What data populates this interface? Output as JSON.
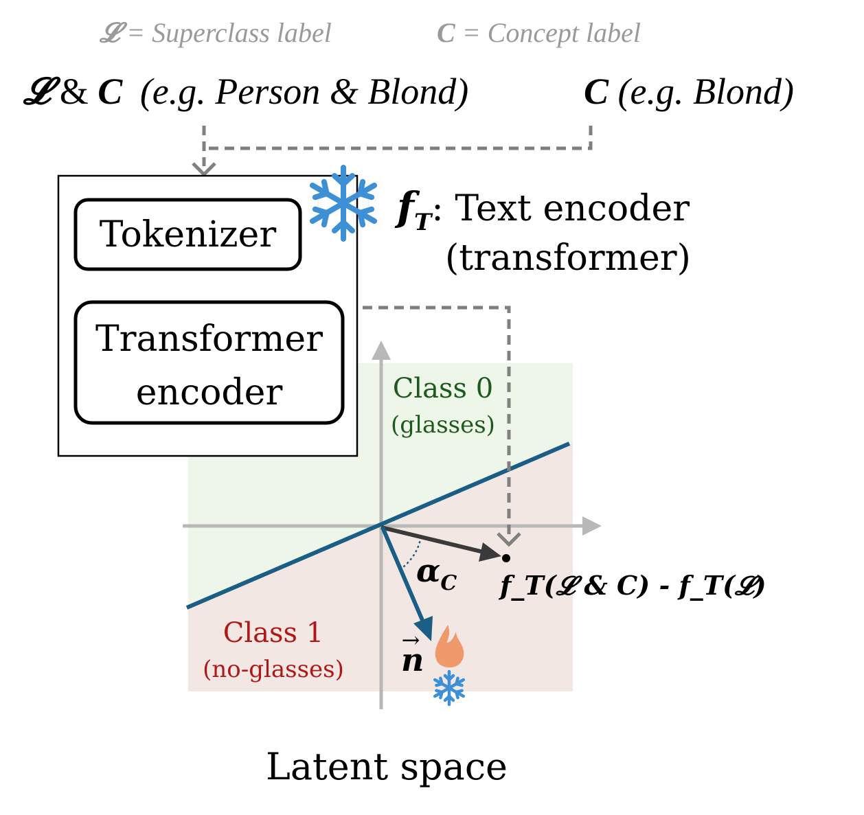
{
  "legend": {
    "L_symbol": "𝓛",
    "L_eq": "= Superclass label",
    "C_symbol": "C",
    "C_eq": "= Concept label"
  },
  "inputs": {
    "left_L": "𝓛",
    "left_amp": "&",
    "left_C": "C",
    "left_example": "(e.g. Person & Blond)",
    "right_C": "C",
    "right_example": "(e.g. Blond)"
  },
  "encoder": {
    "tokenizer_label": "Tokenizer",
    "transformer_line1": "Transformer",
    "transformer_line2": "encoder",
    "fT_symbol": "f",
    "fT_sub": "T",
    "title_line1": ": Text encoder",
    "title_line2": "(transformer)",
    "frozen_icon": "snowflake-icon"
  },
  "latent": {
    "class0_name": "Class 0",
    "class0_desc": "(glasses)",
    "class1_name": "Class 1",
    "class1_desc": "(no-glasses)",
    "alpha_symbol": "α",
    "alpha_sub": "C",
    "normal_symbol": "n",
    "normal_arrow": "→",
    "point_label": "f_T(𝓛 & C) - f_T(𝓛)",
    "trainable_icon": "flame-icon",
    "frozen_icon": "snowflake-icon",
    "caption": "Latent space"
  },
  "colors": {
    "class0_region": "#eef6ea",
    "class1_region": "#f2e7e3",
    "boundary": "#1a5e85",
    "arrow_dashed": "#808080",
    "axis": "#b8b8b8",
    "snowflake": "#3d8fd6",
    "flame": "#f09a6c"
  }
}
